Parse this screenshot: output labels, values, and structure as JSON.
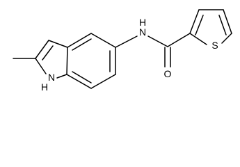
{
  "molecule": {
    "atoms": {
      "amide_nitrogen": "N",
      "amide_hydrogen": "H",
      "carbonyl_oxygen": "O",
      "thiophene_sulfur": "S",
      "indole_nitrogen": "N",
      "indole_hydrogen": "H"
    }
  }
}
